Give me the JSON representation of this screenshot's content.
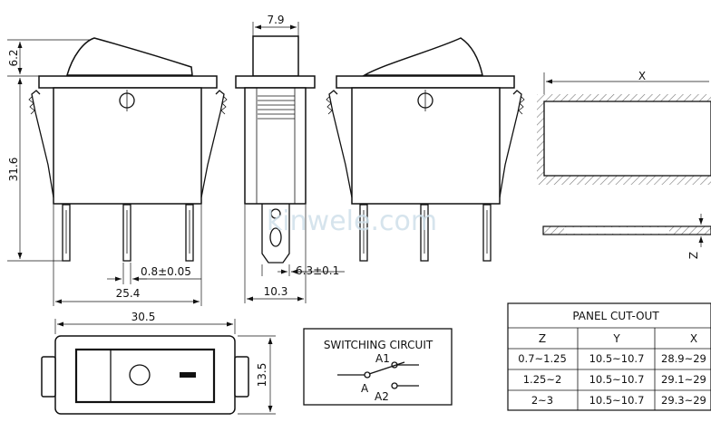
{
  "dimensions": {
    "top_width": "7.9",
    "cap_height": "6.2",
    "total_height": "31.6",
    "pin_gap": "0.8±0.05",
    "pin_span": "25.4",
    "side_pin_thickness": "6.3±0.1",
    "side_width": "10.3",
    "top_length": "30.5",
    "top_height": "13.5",
    "cutout_x": "X",
    "cutout_z": "Z"
  },
  "circuit": {
    "title": "SWITCHING CIRCUIT",
    "label_a1": "A1",
    "label_a": "A",
    "label_a2": "A2"
  },
  "panel_table": {
    "title": "PANEL CUT-OUT",
    "headers": [
      "Z",
      "Y",
      "X"
    ],
    "rows": [
      [
        "0.7~1.25",
        "10.5~10.7",
        "28.9~29"
      ],
      [
        "1.25~2",
        "10.5~10.7",
        "29.1~29"
      ],
      [
        "2~3",
        "10.5~10.7",
        "29.3~29"
      ]
    ]
  },
  "watermark": "kinwele.com",
  "colors": {
    "line": "#111111",
    "hatch": "#777777",
    "watermark": "#cfe0ea"
  }
}
